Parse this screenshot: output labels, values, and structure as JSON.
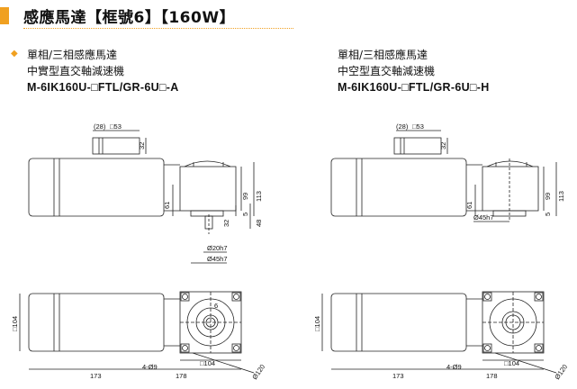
{
  "header": {
    "title": "感應馬達【框號6】【160W】"
  },
  "left_product": {
    "line1": "單相/三相感應馬達",
    "line2": "中實型直交軸減速機",
    "model": "M-6IK160U-□FTL/GR-6U□-A"
  },
  "right_product": {
    "line1": "單相/三相感應馬達",
    "line2": "中空型直交軸減速機",
    "model": "M-6IK160U-□FTL/GR-6U□-H"
  },
  "dims": {
    "box_w": "(28)",
    "box_sq": "□53",
    "box_h": "32",
    "h99": "99",
    "h113": "113",
    "h61": "61",
    "h32": "32",
    "h5": "5",
    "h48": "48",
    "d20": "Ø20h7",
    "d45": "Ø45h7",
    "sq104": "□104",
    "k6": "6",
    "len173": "173",
    "len178": "178",
    "holes": "4-Ø9",
    "d120": "Ø120"
  },
  "colors": {
    "accent": "#f0a020",
    "line": "#222222"
  }
}
